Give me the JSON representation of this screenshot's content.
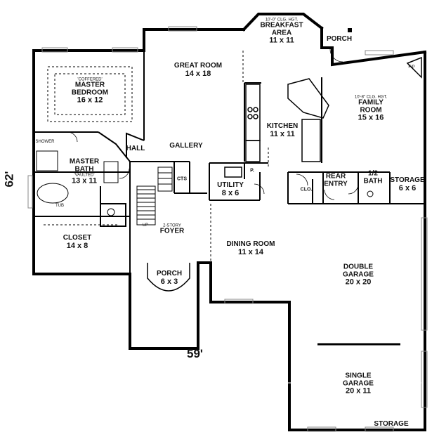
{
  "plan": {
    "overall_width": "59'",
    "overall_depth": "62'",
    "rooms": {
      "breakfast": {
        "note": "10'-0\" CLG. HGT.",
        "name_line1": "BREAKFAST",
        "name_line2": "AREA",
        "dims": "11 x 11"
      },
      "porch_top": {
        "name": "PORCH"
      },
      "great_room": {
        "name": "GREAT ROOM",
        "dims": "14 x 18"
      },
      "master_bedroom": {
        "note": "'COFFERED'",
        "name_line1": "MASTER",
        "name_line2": "BEDROOM",
        "dims": "16 x 12"
      },
      "family_room": {
        "note": "10'-8\" CLG. HGT.",
        "name_line1": "FAMILY",
        "name_line2": "ROOM",
        "dims": "15 x 16"
      },
      "fp": {
        "name": "F/P"
      },
      "kitchen": {
        "name": "KITCHEN",
        "dims": "11 x 11"
      },
      "hall": {
        "name": "HALL"
      },
      "gallery": {
        "name": "GALLERY"
      },
      "shower": {
        "name": "SHOWER"
      },
      "master_bath": {
        "name_line1": "MASTER",
        "name_line2": "BATH",
        "note": "'VAULTED'",
        "dims": "13 x 11"
      },
      "tub": {
        "name": "TUB"
      },
      "cts": {
        "name": "CTS"
      },
      "pantry": {
        "name": "P."
      },
      "utility": {
        "name": "UTILITY",
        "dims": "8 x 6"
      },
      "closet_small": {
        "name": "CLO."
      },
      "rear_entry": {
        "name_line1": "REAR",
        "name_line2": "ENTRY"
      },
      "half_bath": {
        "name_line1": "1/2",
        "name_line2": "BATH"
      },
      "storage_right": {
        "name": "STORAGE",
        "dims": "6 x 6"
      },
      "up": {
        "name": "UP"
      },
      "foyer": {
        "note": "2-STORY",
        "name": "FOYER"
      },
      "closet": {
        "name": "CLOSET",
        "dims": "14 x 8"
      },
      "dining": {
        "name": "DINING ROOM",
        "dims": "11 x 14"
      },
      "porch_front": {
        "name": "PORCH",
        "dims": "6 x 3"
      },
      "double_garage": {
        "name_line1": "DOUBLE",
        "name_line2": "GARAGE",
        "dims": "20 x 20"
      },
      "single_garage": {
        "name_line1": "SINGLE",
        "name_line2": "GARAGE",
        "dims": "20 x 11"
      },
      "storage_bottom": {
        "name": "STORAGE"
      }
    }
  }
}
